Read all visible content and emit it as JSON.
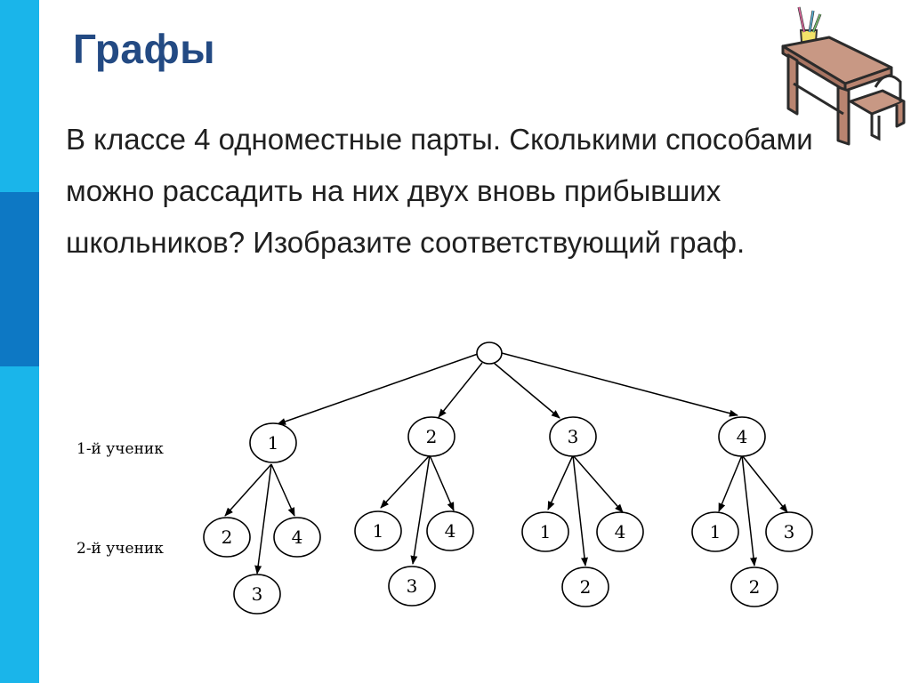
{
  "slide": {
    "title": "Графы",
    "question": "В классе 4 одноместные парты. Сколькими способами можно рассадить на них двух вновь прибывших  школьников? Изобразите соответствующий граф."
  },
  "colors": {
    "side_bar_light": "#1ab5ea",
    "side_bar_dark": "#0d78c4",
    "title": "#234a83"
  },
  "decor": {
    "desk_icon": "school-desk-with-pencil-cup"
  },
  "tree": {
    "level1_label": "1-й ученик",
    "level2_label": "2-й ученик",
    "branches": [
      {
        "desk": "1",
        "children": [
          "2",
          "4",
          "3"
        ]
      },
      {
        "desk": "2",
        "children": [
          "1",
          "4",
          "3"
        ]
      },
      {
        "desk": "3",
        "children": [
          "1",
          "4",
          "2"
        ]
      },
      {
        "desk": "4",
        "children": [
          "1",
          "3",
          "2"
        ]
      }
    ]
  }
}
